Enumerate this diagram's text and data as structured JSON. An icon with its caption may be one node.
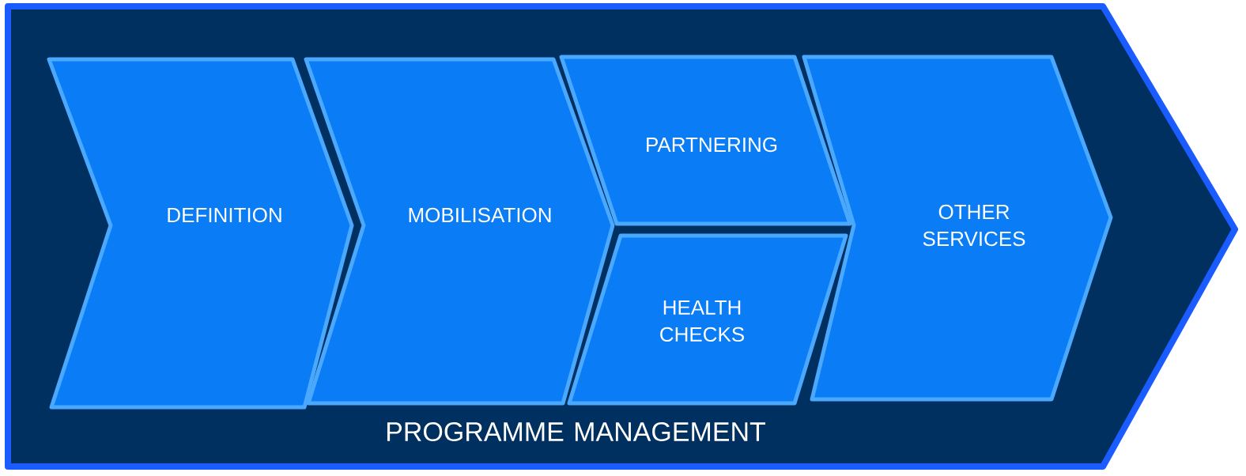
{
  "diagram": {
    "nodes": [
      {
        "text": [
          "PROGRAMME MANAGEMENT"
        ]
      },
      {
        "text": [
          "DEFINITION"
        ],
        "in": 0
      },
      {
        "text": [
          "MOBILISATION"
        ],
        "in": 0
      },
      {
        "text": [
          "PARTNERING"
        ],
        "in": 0
      },
      {
        "text": [
          "HEALTH CHECKS"
        ],
        "in": 0
      },
      {
        "text": [
          "OTHER SERVICES"
        ],
        "in": 0
      }
    ]
  }
}
